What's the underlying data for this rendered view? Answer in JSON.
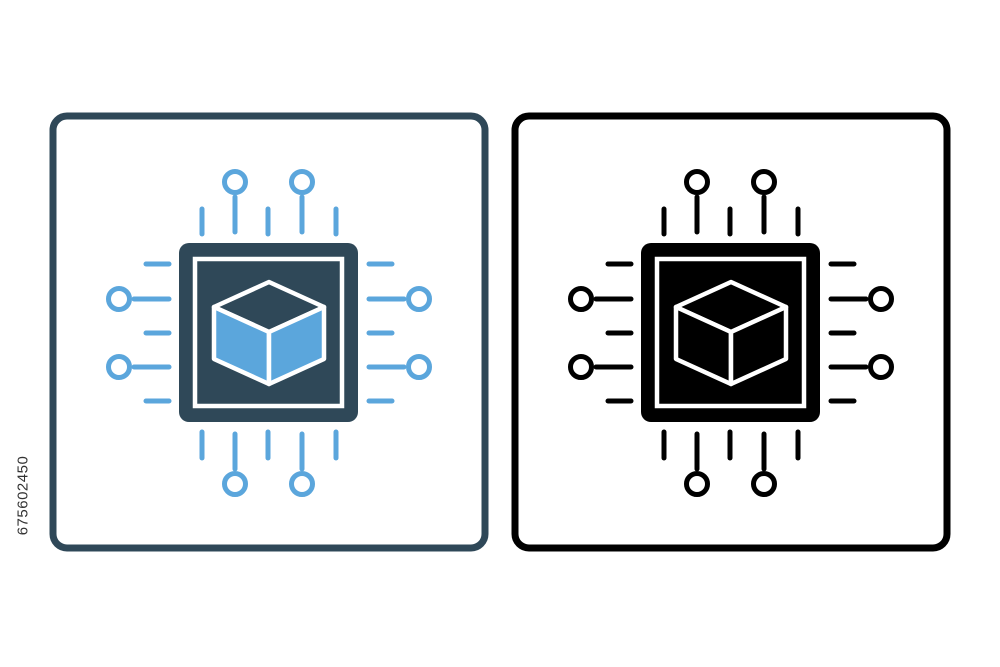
{
  "stock_id": "675602450",
  "icons": [
    {
      "name": "processor-cube-icon",
      "style": "two-tone",
      "colors": {
        "dark": "#2f4858",
        "accent": "#5ba6dc",
        "background": "#ffffff"
      }
    },
    {
      "name": "processor-cube-icon",
      "style": "glyph",
      "colors": {
        "dark": "#000000",
        "accent": "#000000",
        "background": "#ffffff"
      }
    }
  ]
}
